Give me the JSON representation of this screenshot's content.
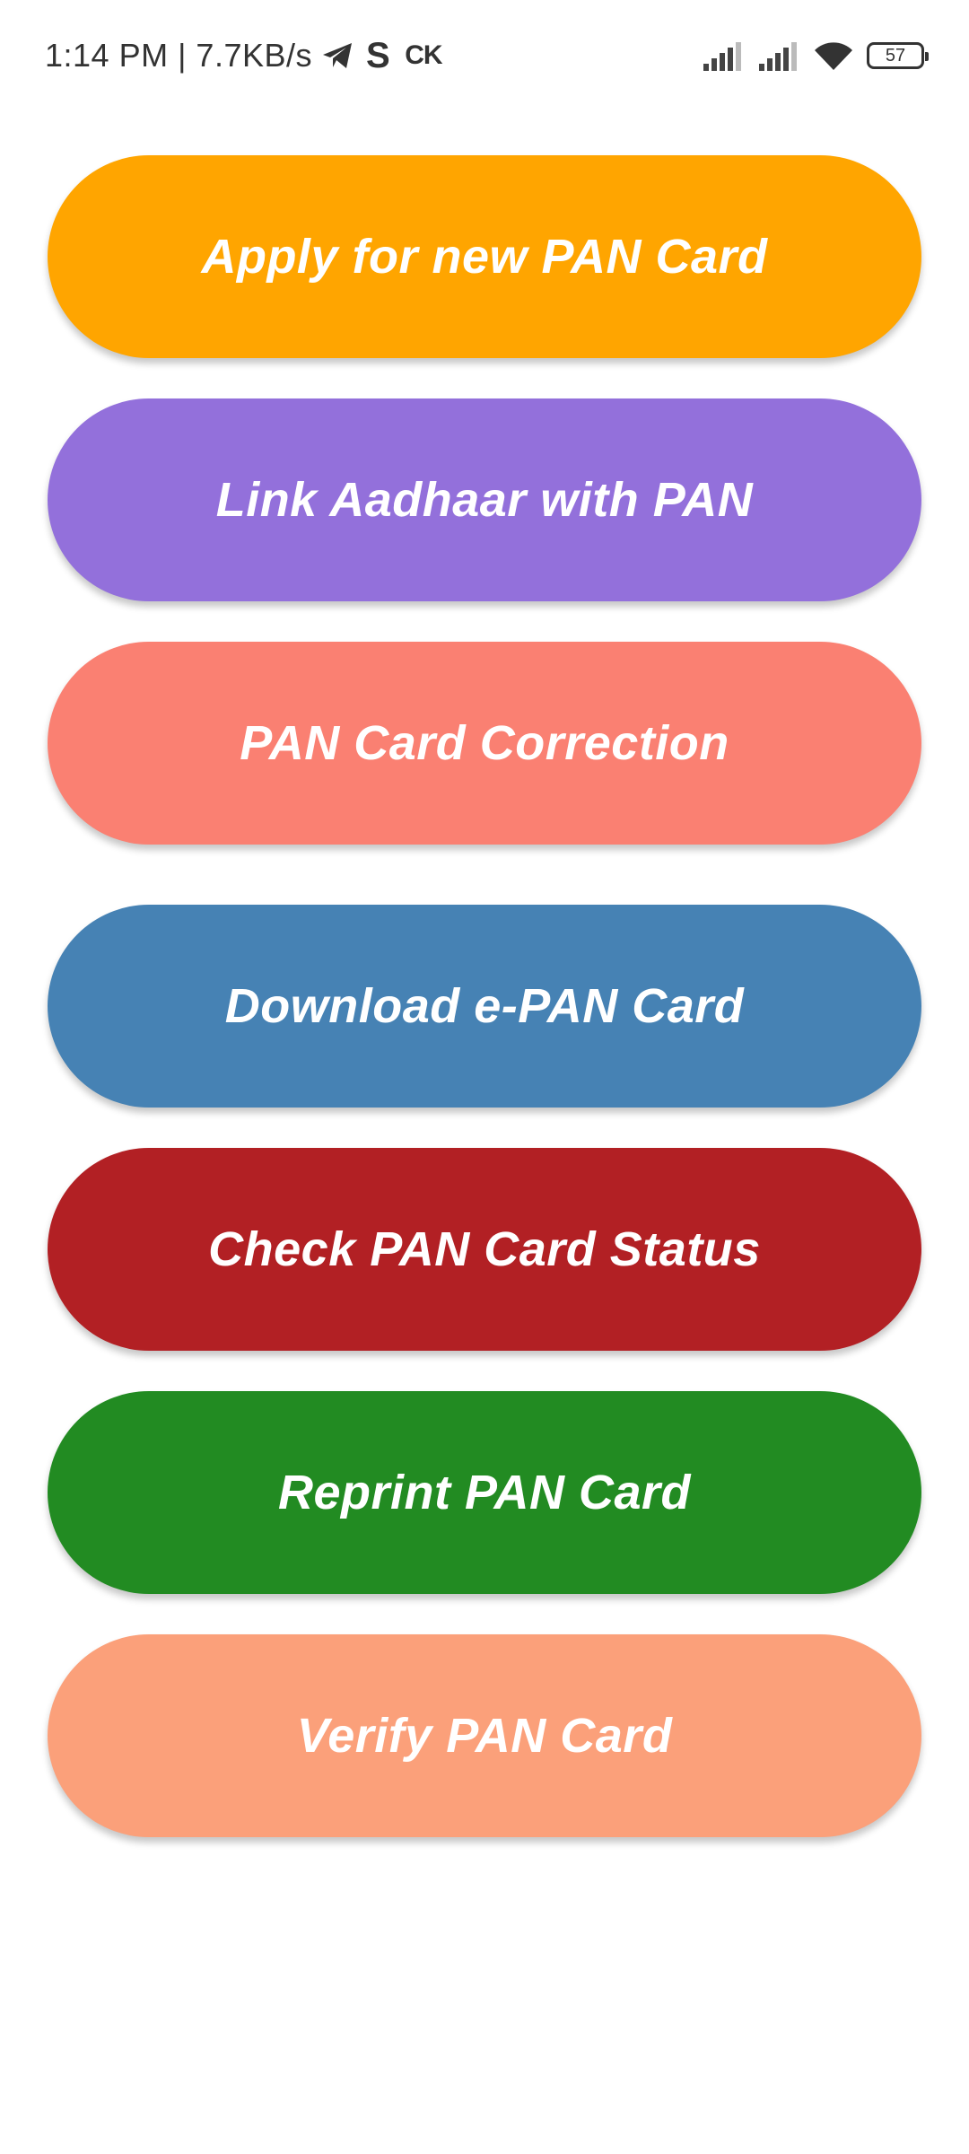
{
  "status_bar": {
    "time": "1:14 PM | 7.7KB/s",
    "notification_icons": [
      "telegram-icon",
      "s-app-icon",
      "ck-app-icon"
    ],
    "s_label": "S",
    "ck_label": "CK",
    "signal_icons": [
      "signal-1-icon",
      "signal-2-icon"
    ],
    "wifi_icon": "wifi-icon",
    "battery": "57"
  },
  "actions": [
    {
      "label": "Apply for new PAN Card",
      "color": "#FFA500"
    },
    {
      "label": "Link Aadhaar with PAN",
      "color": "#9370DB"
    },
    {
      "label": "PAN Card Correction",
      "color": "#FA8072"
    },
    {
      "label": "Download e-PAN Card",
      "color": "#4682B4"
    },
    {
      "label": "Check PAN Card Status",
      "color": "#B22024"
    },
    {
      "label": "Reprint PAN Card",
      "color": "#228B22"
    },
    {
      "label": "Verify PAN Card",
      "color": "#FBA07A"
    }
  ]
}
